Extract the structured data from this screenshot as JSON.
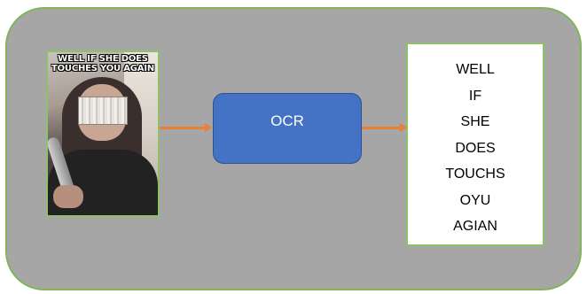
{
  "meme": {
    "caption_lines": [
      "WELL IF SHE DOES",
      "TOUCHES YOU AGAIN"
    ]
  },
  "ocr_box": {
    "label": "OCR"
  },
  "output": {
    "lines": [
      "WELL",
      "IF",
      "SHE",
      "DOES",
      "TOUCHS",
      "OYU",
      "AGIAN"
    ]
  },
  "colors": {
    "panel_fill": "#a6a6a6",
    "panel_border": "#7fb55a",
    "arrow": "#ed7d31",
    "ocr_fill": "#4472c4",
    "output_border": "#8fc16a"
  }
}
